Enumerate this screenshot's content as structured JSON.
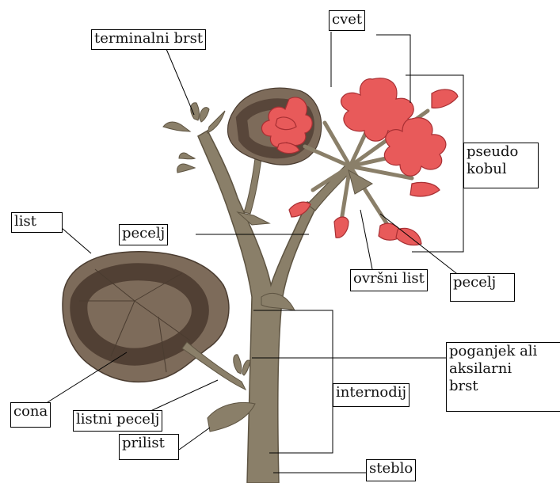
{
  "labels": {
    "cvet": "cvet",
    "terminalni_brst": "terminalni brst",
    "pseudo_kobul": "pseudo\nkobul",
    "list": "list",
    "pecelj_stem": "pecelj",
    "ovrsni_list": "ovršni list",
    "pecelj_flower": "pecelj",
    "poganjek": "poganjek ali\naksilarni\nbrst",
    "internodij": "internodij",
    "cona": "cona",
    "listni_pecelj": "listni pecelj",
    "prilist": "prilist",
    "steblo": "steblo"
  },
  "colors": {
    "stem": "#8a7f69",
    "stem_dark": "#5e5442",
    "leaf": "#7d6b5a",
    "leaf_zone": "#3f2d24",
    "flower": "#e85a5a",
    "flower_dark": "#a82f33"
  }
}
